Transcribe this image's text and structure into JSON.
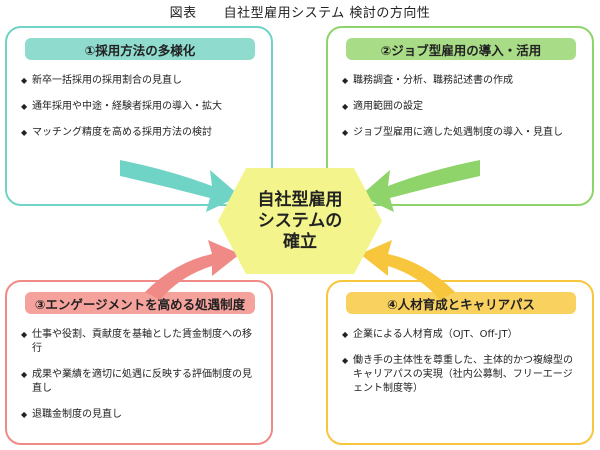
{
  "title": "図表　　自社型雇用システム 検討の方向性",
  "center": {
    "line1": "自社型雇用",
    "line2": "システムの",
    "line3": "確立"
  },
  "boxes": {
    "tl": {
      "header": "①採用方法の多様化",
      "items": [
        "新卒一括採用の採用割合の見直し",
        "通年採用や中途・経験者採用の導入・拡大",
        "マッチング精度を高める採用方法の検討"
      ]
    },
    "tr": {
      "header": "②ジョブ型雇用の導入・活用",
      "items": [
        "職務調査・分析、職務記述書の作成",
        "適用範囲の設定",
        "ジョブ型雇用に適した処遇制度の導入・見直し"
      ]
    },
    "bl": {
      "header": "③エンゲージメントを高める処遇制度",
      "items": [
        "仕事や役割、貢献度を基軸とした賃金制度への移行",
        "成果や業績を適切に処遇に反映する評価制度の見直し",
        "退職金制度の見直し"
      ]
    },
    "br": {
      "header": "④人材育成とキャリアパス",
      "items": [
        "企業による人材育成（OJT、Off-JT）",
        "働き手の主体性を尊重した、主体的かつ複線型のキャリアパスの実現（社内公募制、フリーエージェント制度等）"
      ]
    }
  },
  "colors": {
    "teal": "#6fd3c6",
    "green": "#8fd46a",
    "salmon": "#ef8a86",
    "yellow": "#f7c63d",
    "center": "#f3f58c"
  }
}
